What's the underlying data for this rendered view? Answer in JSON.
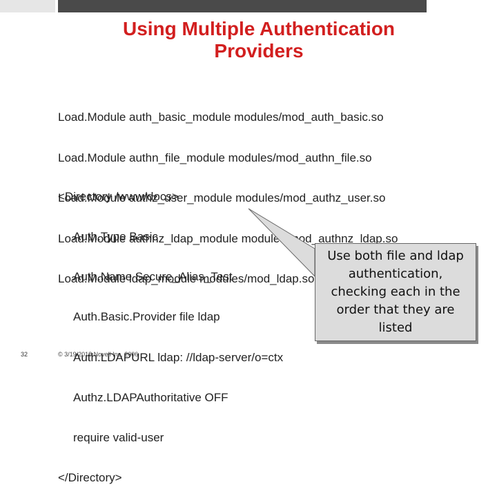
{
  "slide": {
    "title_line1": "Using Multiple Authentication",
    "title_line2": "Providers",
    "modules": [
      "Load.Module auth_basic_module modules/mod_auth_basic.so",
      "Load.Module authn_file_module modules/mod_authn_file.so",
      "Load.Module authz_user_module modules/mod_authz_user.so",
      "Load.Module authnz_ldap_module modules/mod_authnz_ldap.so",
      "Load.Module ldap_module modules/mod_ldap.so"
    ],
    "directory_open": "<Directory /www/docs>",
    "directory_lines": [
      "Auth.Type Basic",
      "Auth.Name Secure_Alias_Test",
      "Auth.Basic.Provider file ldap",
      "Auth.LDAPURL ldap: //ldap-server/o=ctx",
      "Authz.LDAPAuthoritative OFF",
      "require valid-user"
    ],
    "directory_close": "</Directory>",
    "callout": "Use both file and ldap authentication, checking each in the order that they are listed",
    "page_number": "32",
    "footer": "© 3/19/2018 Novell Inc, 2006"
  }
}
